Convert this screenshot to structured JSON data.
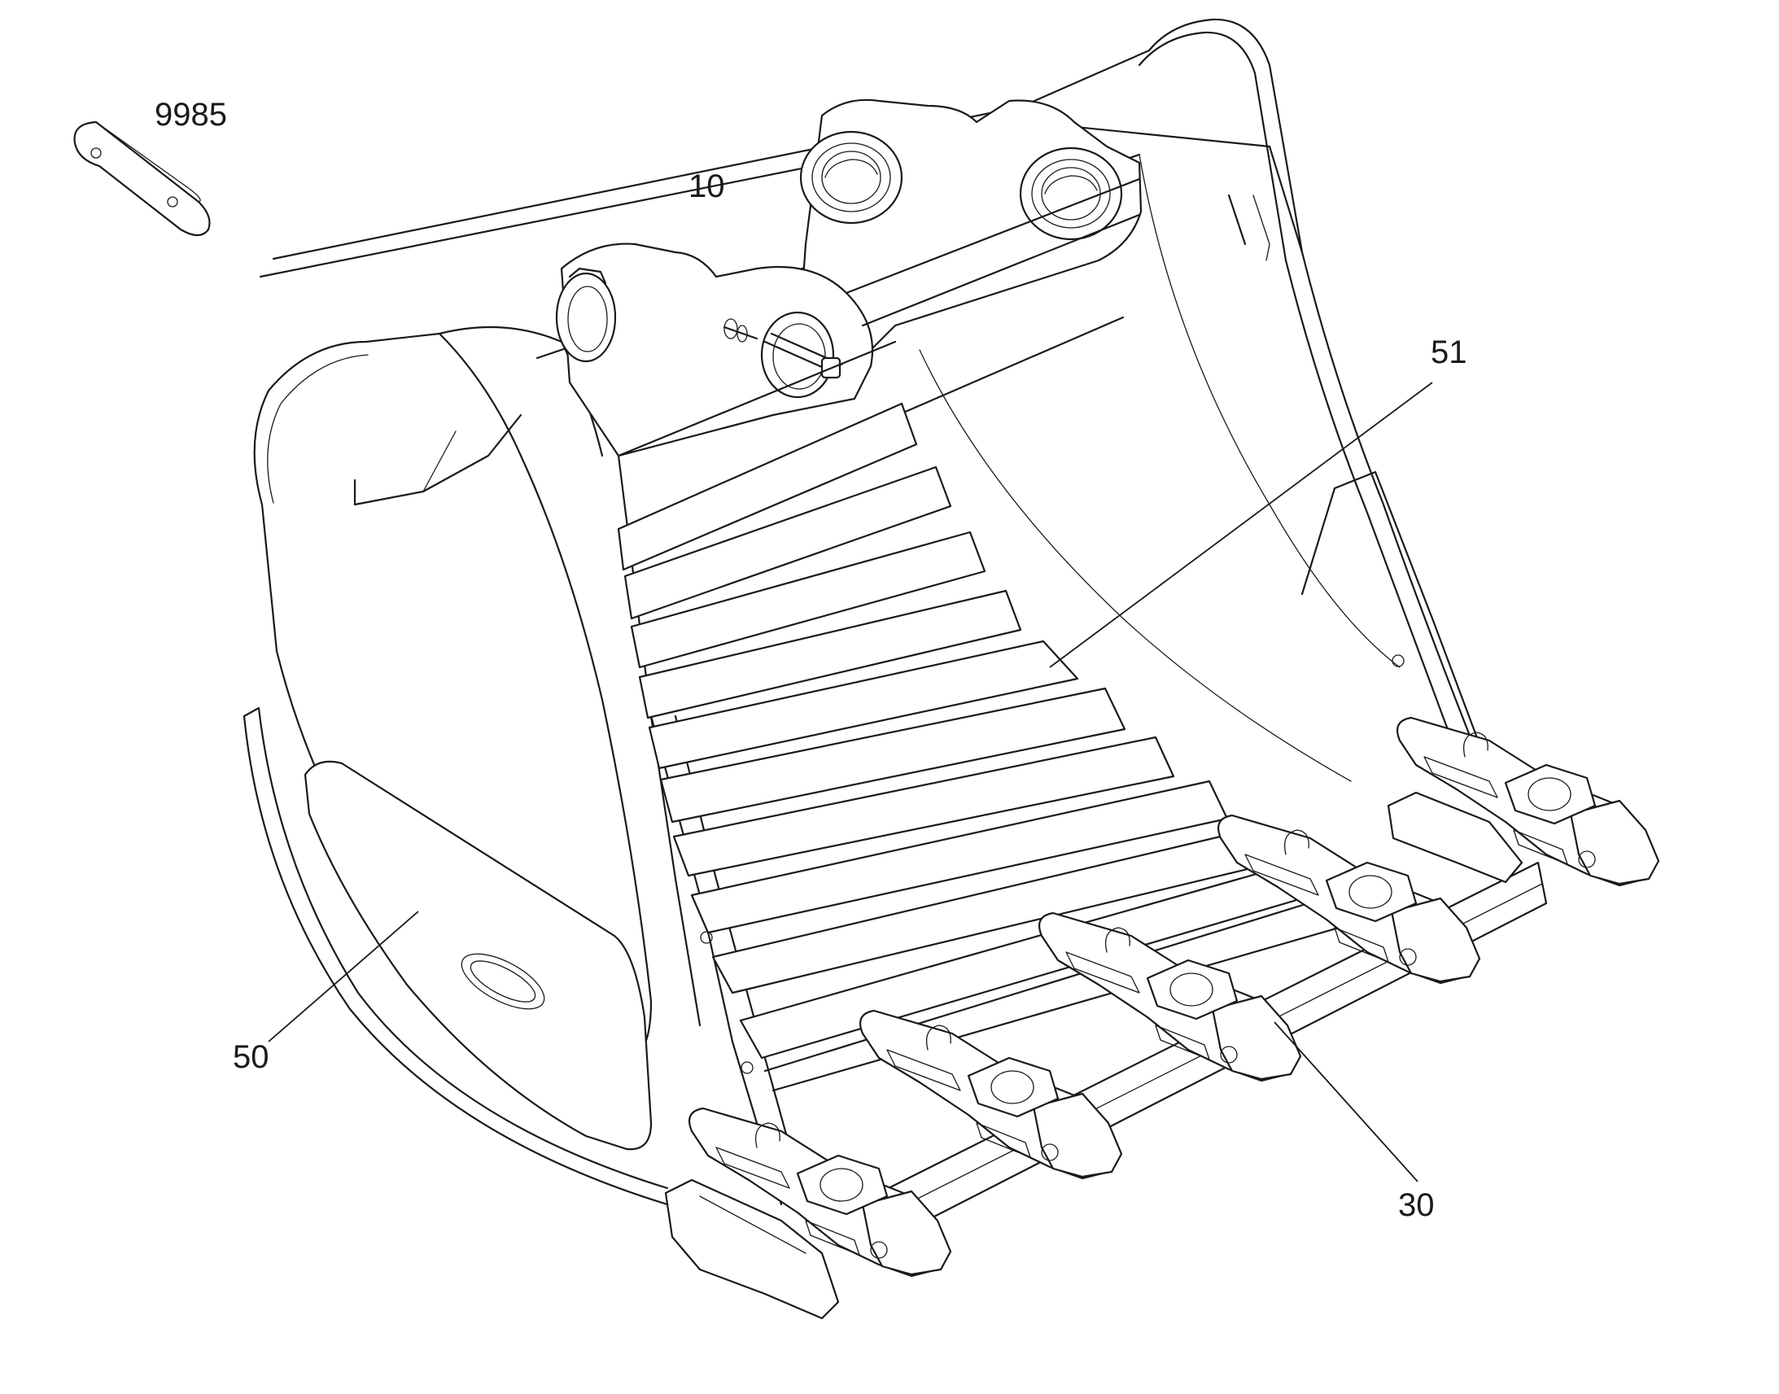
{
  "diagram": {
    "callouts": [
      {
        "id": "9985",
        "label": "9985"
      },
      {
        "id": "10",
        "label": "10"
      },
      {
        "id": "51",
        "label": "51"
      },
      {
        "id": "50",
        "label": "50"
      },
      {
        "id": "30",
        "label": "30"
      }
    ],
    "tooth_count": 5,
    "wear_strip_count": 10
  }
}
